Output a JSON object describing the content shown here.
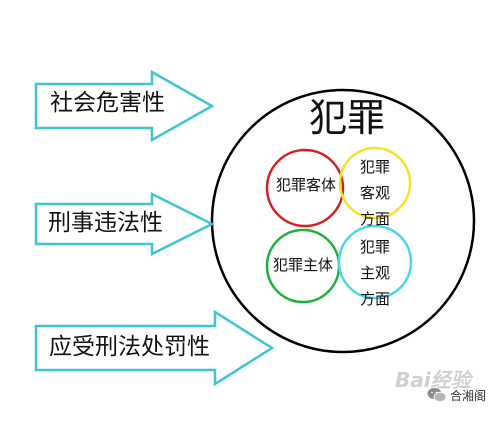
{
  "arrows": [
    {
      "label": "社会危害性"
    },
    {
      "label": "刑事违法性"
    },
    {
      "label": "应受刑法处罚性"
    }
  ],
  "main": {
    "title": "犯罪",
    "object": "犯罪客体",
    "objective": [
      "犯罪",
      "客观",
      "方面"
    ],
    "subject": "犯罪主体",
    "subjective": [
      "犯罪",
      "主观",
      "方面"
    ]
  },
  "colors": {
    "arrow_stroke": "#3fc4d4",
    "arrow_fill": "#ffffff",
    "outer_circle": "#000000",
    "object_circle": "#d42020",
    "objective_circle": "#f2e42a",
    "subject_circle": "#22b03c",
    "subjective_circle": "#4fd6e6"
  },
  "watermark": {
    "text": "Bai经验",
    "source_icon": "wechat-icon",
    "source_text": "合湘阁"
  }
}
